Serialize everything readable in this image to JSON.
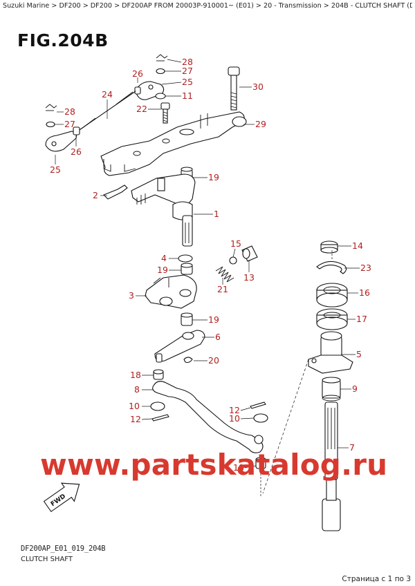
{
  "header": {
    "breadcrumb": "Suzuki Marine > DF200 > DF200 > DF200AP FROM 20003P-910001~ (E01) > 20 - Transmission > 204B - CLUTCH SHAFT (DF200AP:E01)"
  },
  "figure": {
    "title": "FIG.204B"
  },
  "callouts": [
    {
      "id": "c28a",
      "number": "28"
    },
    {
      "id": "c27a",
      "number": "27"
    },
    {
      "id": "c26a",
      "number": "26"
    },
    {
      "id": "c25a",
      "number": "25"
    },
    {
      "id": "c11",
      "number": "11"
    },
    {
      "id": "c30",
      "number": "30"
    },
    {
      "id": "c24",
      "number": "24"
    },
    {
      "id": "c22",
      "number": "22"
    },
    {
      "id": "c28b",
      "number": "28"
    },
    {
      "id": "c27b",
      "number": "27"
    },
    {
      "id": "c29",
      "number": "29"
    },
    {
      "id": "c26b",
      "number": "26"
    },
    {
      "id": "c25b",
      "number": "25"
    },
    {
      "id": "c19a",
      "number": "19"
    },
    {
      "id": "c2",
      "number": "2"
    },
    {
      "id": "c1",
      "number": "1"
    },
    {
      "id": "c15",
      "number": "15"
    },
    {
      "id": "c14",
      "number": "14"
    },
    {
      "id": "c4",
      "number": "4"
    },
    {
      "id": "c23",
      "number": "23"
    },
    {
      "id": "c19b",
      "number": "19"
    },
    {
      "id": "c13",
      "number": "13"
    },
    {
      "id": "c21",
      "number": "21"
    },
    {
      "id": "c16",
      "number": "16"
    },
    {
      "id": "c3",
      "number": "3"
    },
    {
      "id": "c19c",
      "number": "19"
    },
    {
      "id": "c17",
      "number": "17"
    },
    {
      "id": "c6",
      "number": "6"
    },
    {
      "id": "c5",
      "number": "5"
    },
    {
      "id": "c20",
      "number": "20"
    },
    {
      "id": "c18a",
      "number": "18"
    },
    {
      "id": "c8",
      "number": "8"
    },
    {
      "id": "c9",
      "number": "9"
    },
    {
      "id": "c10a",
      "number": "10"
    },
    {
      "id": "c12a",
      "number": "12"
    },
    {
      "id": "c12b",
      "number": "12"
    },
    {
      "id": "c10b",
      "number": "10"
    },
    {
      "id": "c7",
      "number": "7"
    },
    {
      "id": "c18b",
      "number": "18"
    }
  ],
  "direction_marker": {
    "label": "FWD"
  },
  "watermark": "www.partskatalog.ru",
  "footer": {
    "diagram_code": "DF200AP_E01_019_204B",
    "caption": "CLUTCH SHAFT",
    "page_indicator": "Страница с 1 по 3"
  },
  "colors": {
    "callout": "#b01e1e",
    "watermark": "#d8392f",
    "line_art": "#111111"
  }
}
